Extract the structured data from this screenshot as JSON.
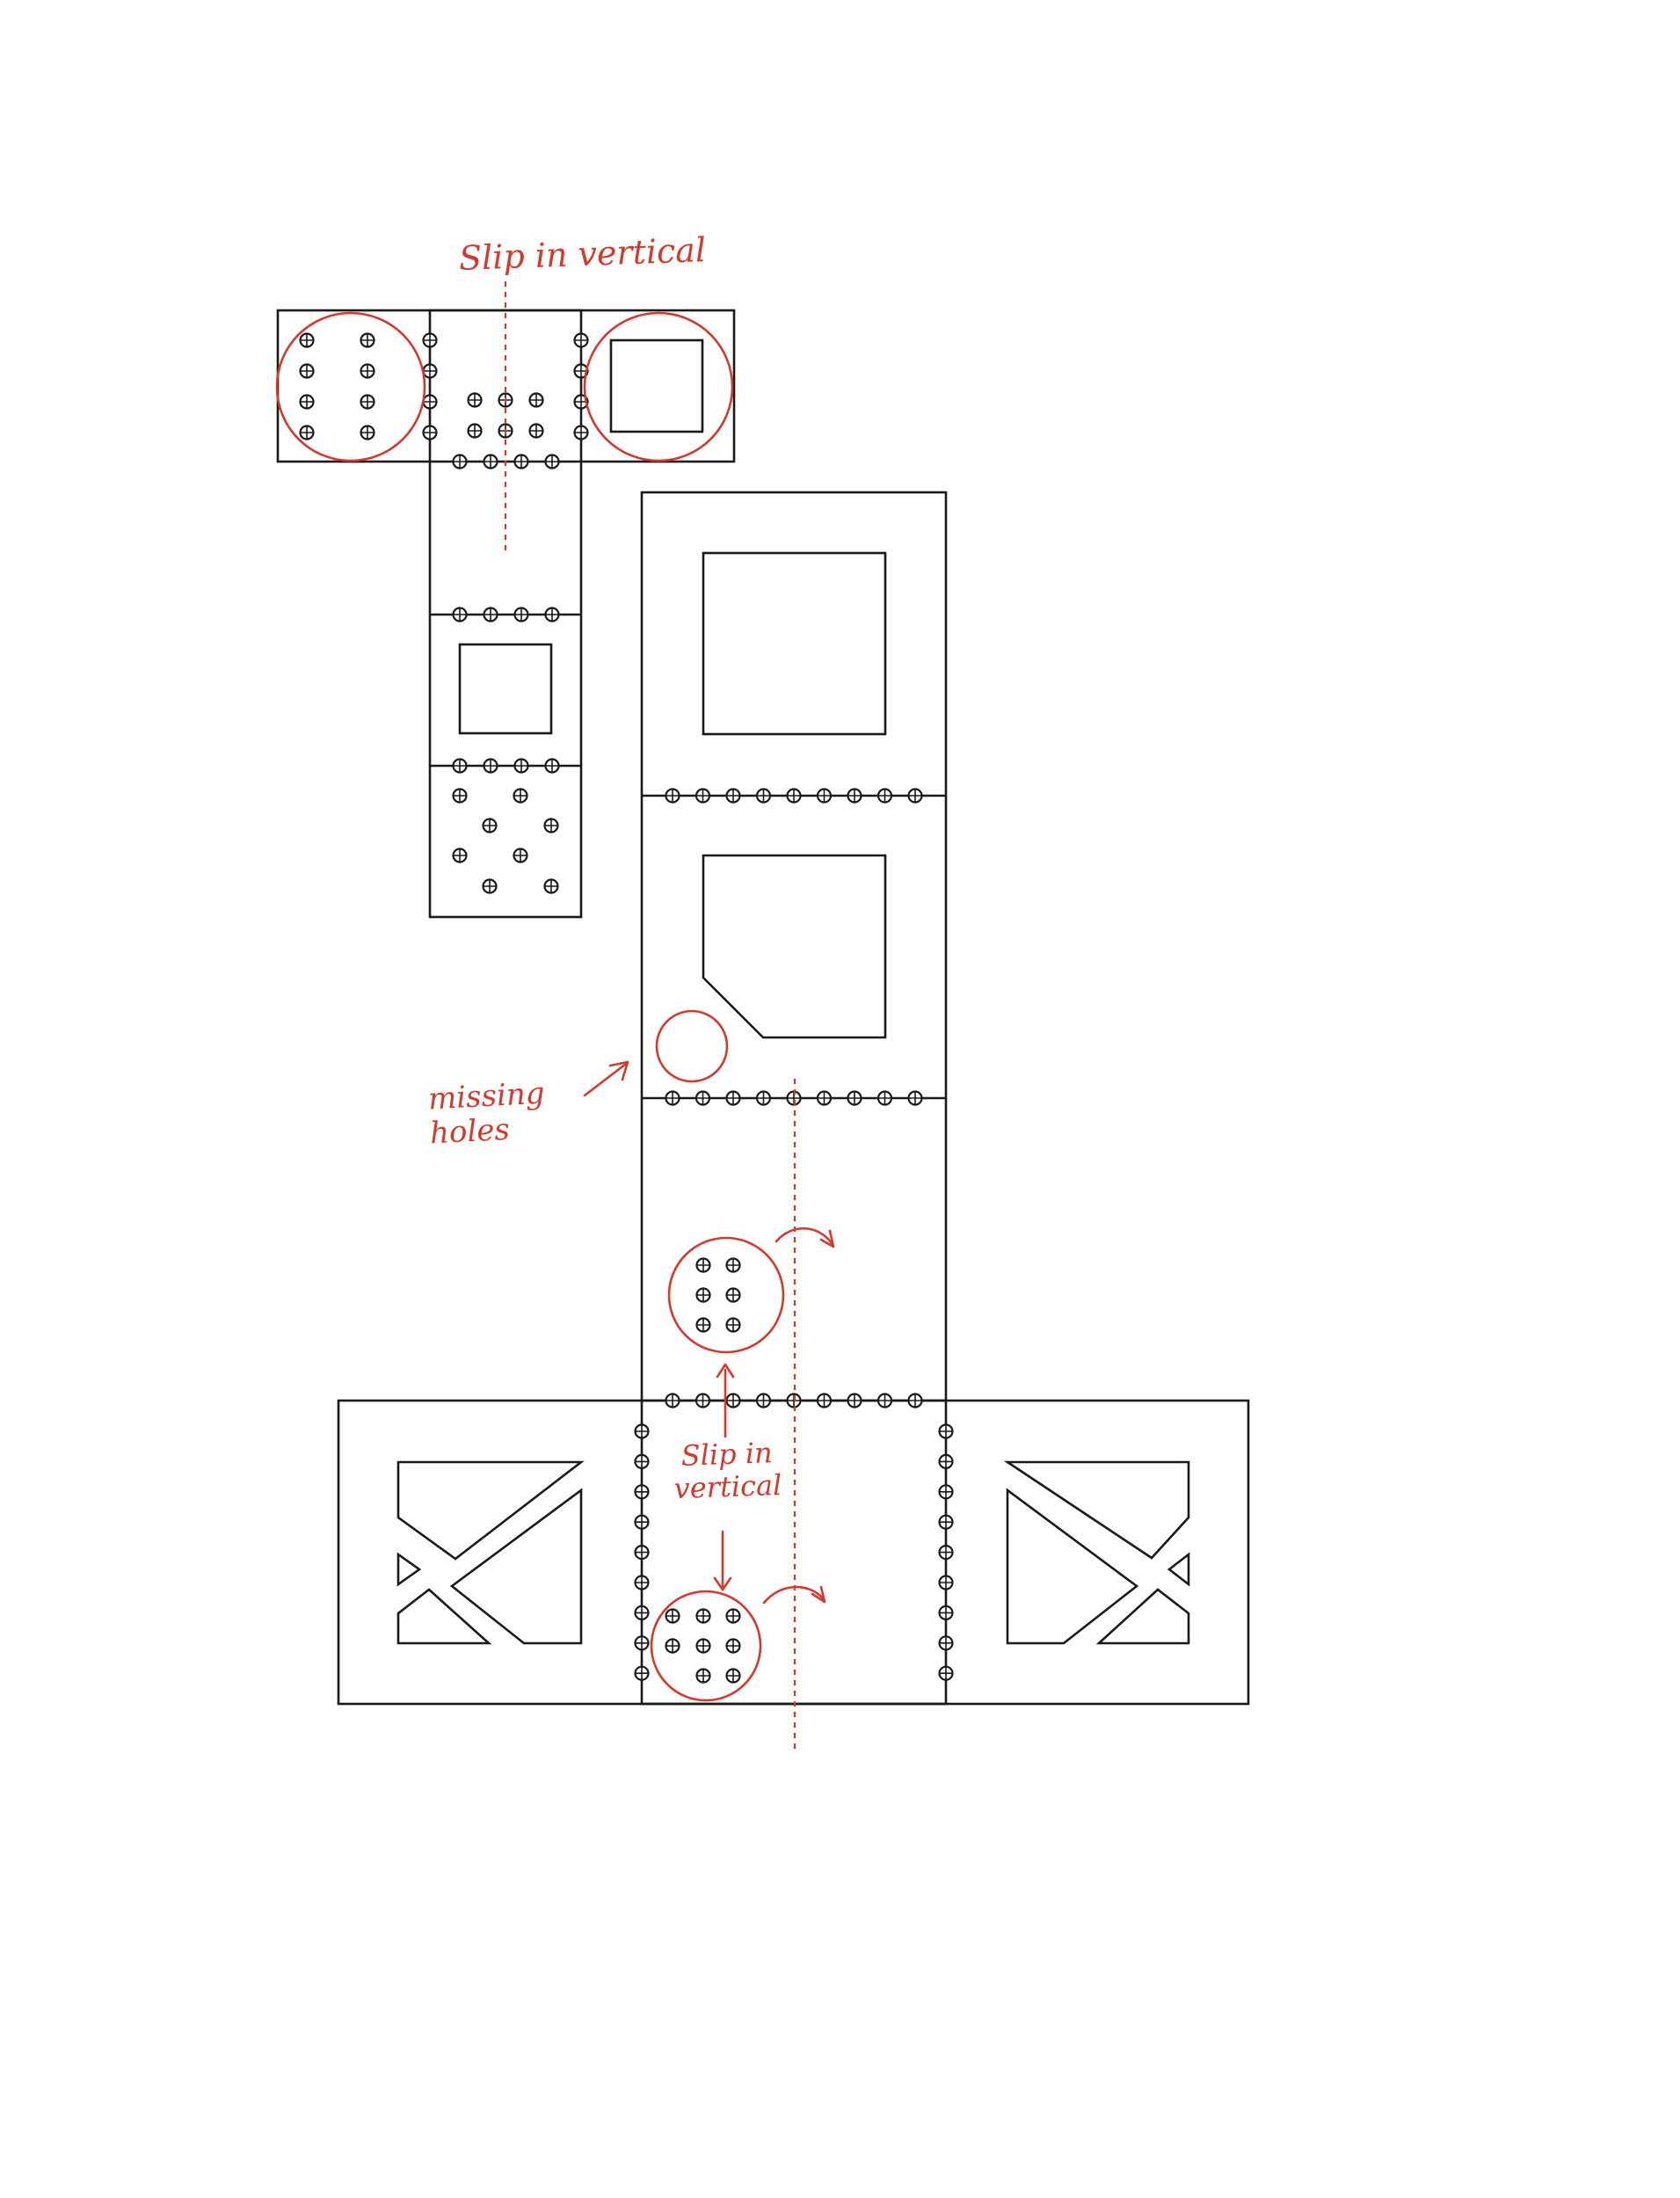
{
  "annotations": {
    "slip_top": "Slip in vertical",
    "missing_1": "missing",
    "missing_2": "holes",
    "slip_mid_1": "Slip in",
    "slip_mid_2": "vertical"
  },
  "colors": {
    "ink": "#1a1a1a",
    "markup": "#d13a2e",
    "paper": "#ffffff"
  }
}
